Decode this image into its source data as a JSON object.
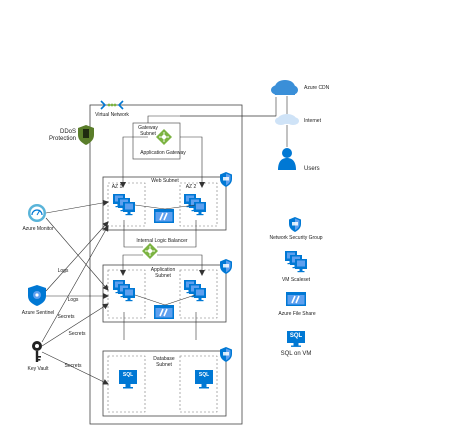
{
  "network": {
    "virtual_network": "Virtual Network",
    "ddos": "DDoS\nProtection",
    "gateway_subnet": "Gateway\nSubnet",
    "application_gateway": "Application Gateway",
    "web_subnet": "Web Subnet",
    "az1": "AZ 1",
    "az2": "AZ 2",
    "internal_lb": "Internal Logic Balancer",
    "application_subnet": "Application\nSubnet",
    "database_subnet": "Database\nSubnet",
    "sql_label": "SQL"
  },
  "external": {
    "azure_cdn": "Azure CDN",
    "internet": "Internet",
    "users": "Users"
  },
  "left": {
    "azure_monitor": "Azure Monitor",
    "azure_sentinel": "Azure Sentinel",
    "key_vault": "Key Vault",
    "edge_labels": [
      "Logs",
      "Logs",
      "Secrets",
      "Secrets",
      "Secrets"
    ]
  },
  "legend": {
    "nsg": "Network Security Group",
    "vm_scaleset": "VM Scaleset",
    "file_share": "Azure File Share",
    "sql_icon": "SQL",
    "sql_on_vm": "SQL on VM"
  },
  "colors": {
    "azure_blue": "#0078d4",
    "dark_blue": "#1f4e8c",
    "light_blue": "#5ea0ef",
    "green": "#7cb342",
    "ddos_green": "#5a7d2a",
    "cloud_blue": "#3a8fd8",
    "monitor_blue": "#59b4d9"
  }
}
